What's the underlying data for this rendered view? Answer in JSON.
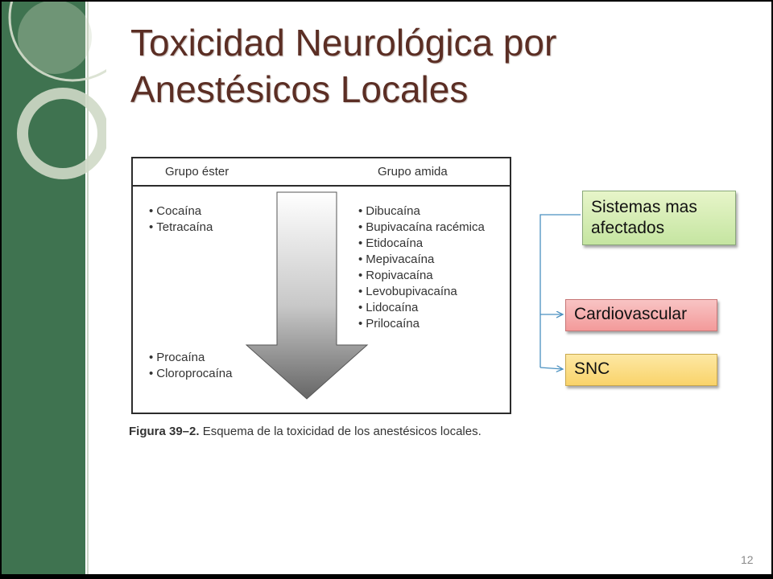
{
  "slide": {
    "title_line1": "Toxicidad Neurológica por",
    "title_line2": "Anestésicos Locales",
    "page_number": "12"
  },
  "figure": {
    "header_left": "Grupo éster",
    "header_right": "Grupo amida",
    "ester_top": [
      "Cocaína",
      "Tetracaína"
    ],
    "ester_bottom": [
      "Procaína",
      "Cloroprocaína"
    ],
    "amida": [
      "Dibucaína",
      "Bupivacaína racémica",
      "Etidocaína",
      "Mepivacaína",
      "Ropivacaína",
      "Levobupivacaína",
      "Lidocaína",
      "Prilocaína"
    ],
    "caption_label": "Figura 39–2.",
    "caption_text": " Esquema de la toxicidad de los anestésicos locales."
  },
  "diagram": {
    "root_line1": "Sistemas mas",
    "root_line2": "afectados",
    "child1": "Cardiovascular",
    "child2": "SNC"
  },
  "colors": {
    "sidebar": "#3f7350",
    "title": "#5b2e24",
    "green_box": "#c5e5a1",
    "red_box": "#f39a9a",
    "yellow_box": "#f9d36a",
    "connector": "#4a90c0"
  }
}
